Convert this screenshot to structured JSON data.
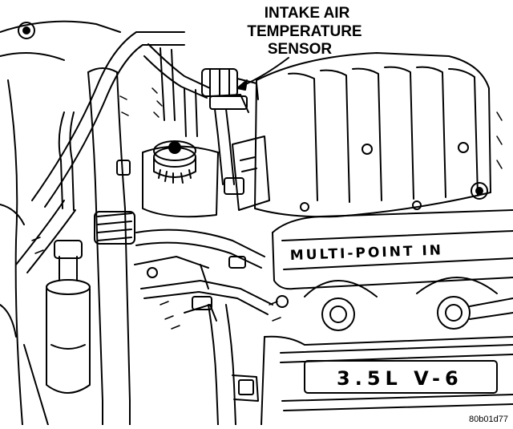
{
  "callout": {
    "line1": "INTAKE AIR",
    "line2": "TEMPERATURE",
    "line3": "SENSOR"
  },
  "figure_id": "80b01d77",
  "emblems": {
    "manifold_text": "MULTI-POINT IN",
    "engine_badge": "3.5L V-6"
  }
}
